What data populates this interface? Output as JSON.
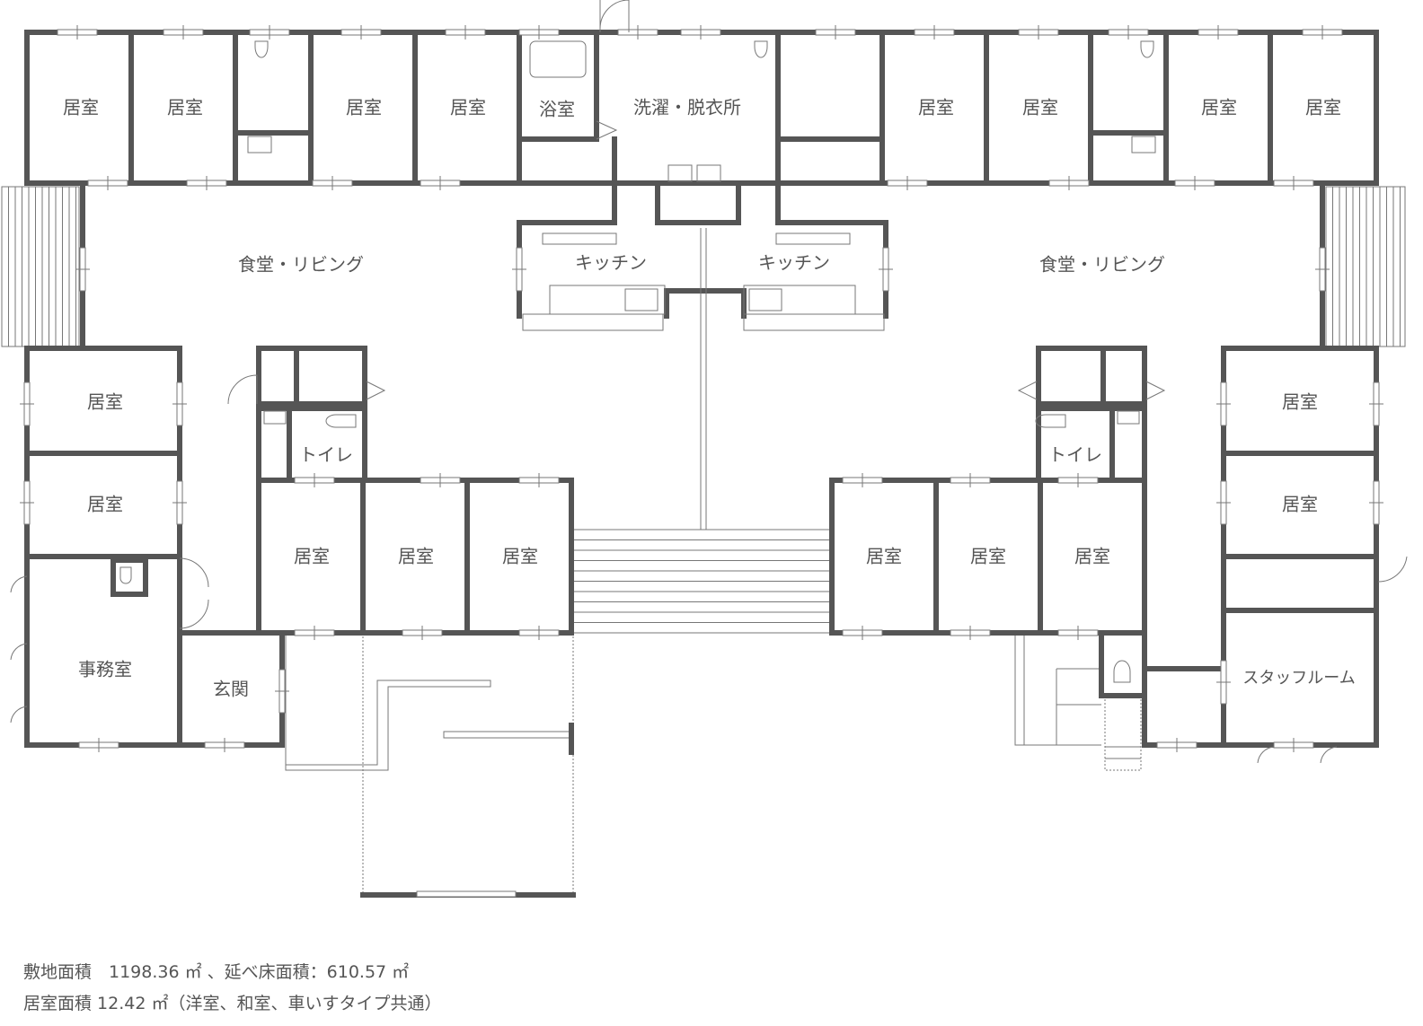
{
  "colors": {
    "wall": "#555555",
    "text": "#555555",
    "thin": "#777777"
  },
  "rooms": {
    "kyoshitsu": "居室",
    "bath": "浴室",
    "laundry": "洗濯・脱衣所",
    "dining": "食堂・リビング",
    "kitchen": "キッチン",
    "toilet": "トイレ",
    "office": "事務室",
    "entrance": "玄関",
    "staff": "スタッフルーム"
  },
  "notes": {
    "line1": "敷地面積　1198.36 ㎡ 、延べ床面積：610.57 ㎡",
    "line2": "居室面積 12.42 ㎡（洋室、和室、車いすタイプ共通）"
  }
}
